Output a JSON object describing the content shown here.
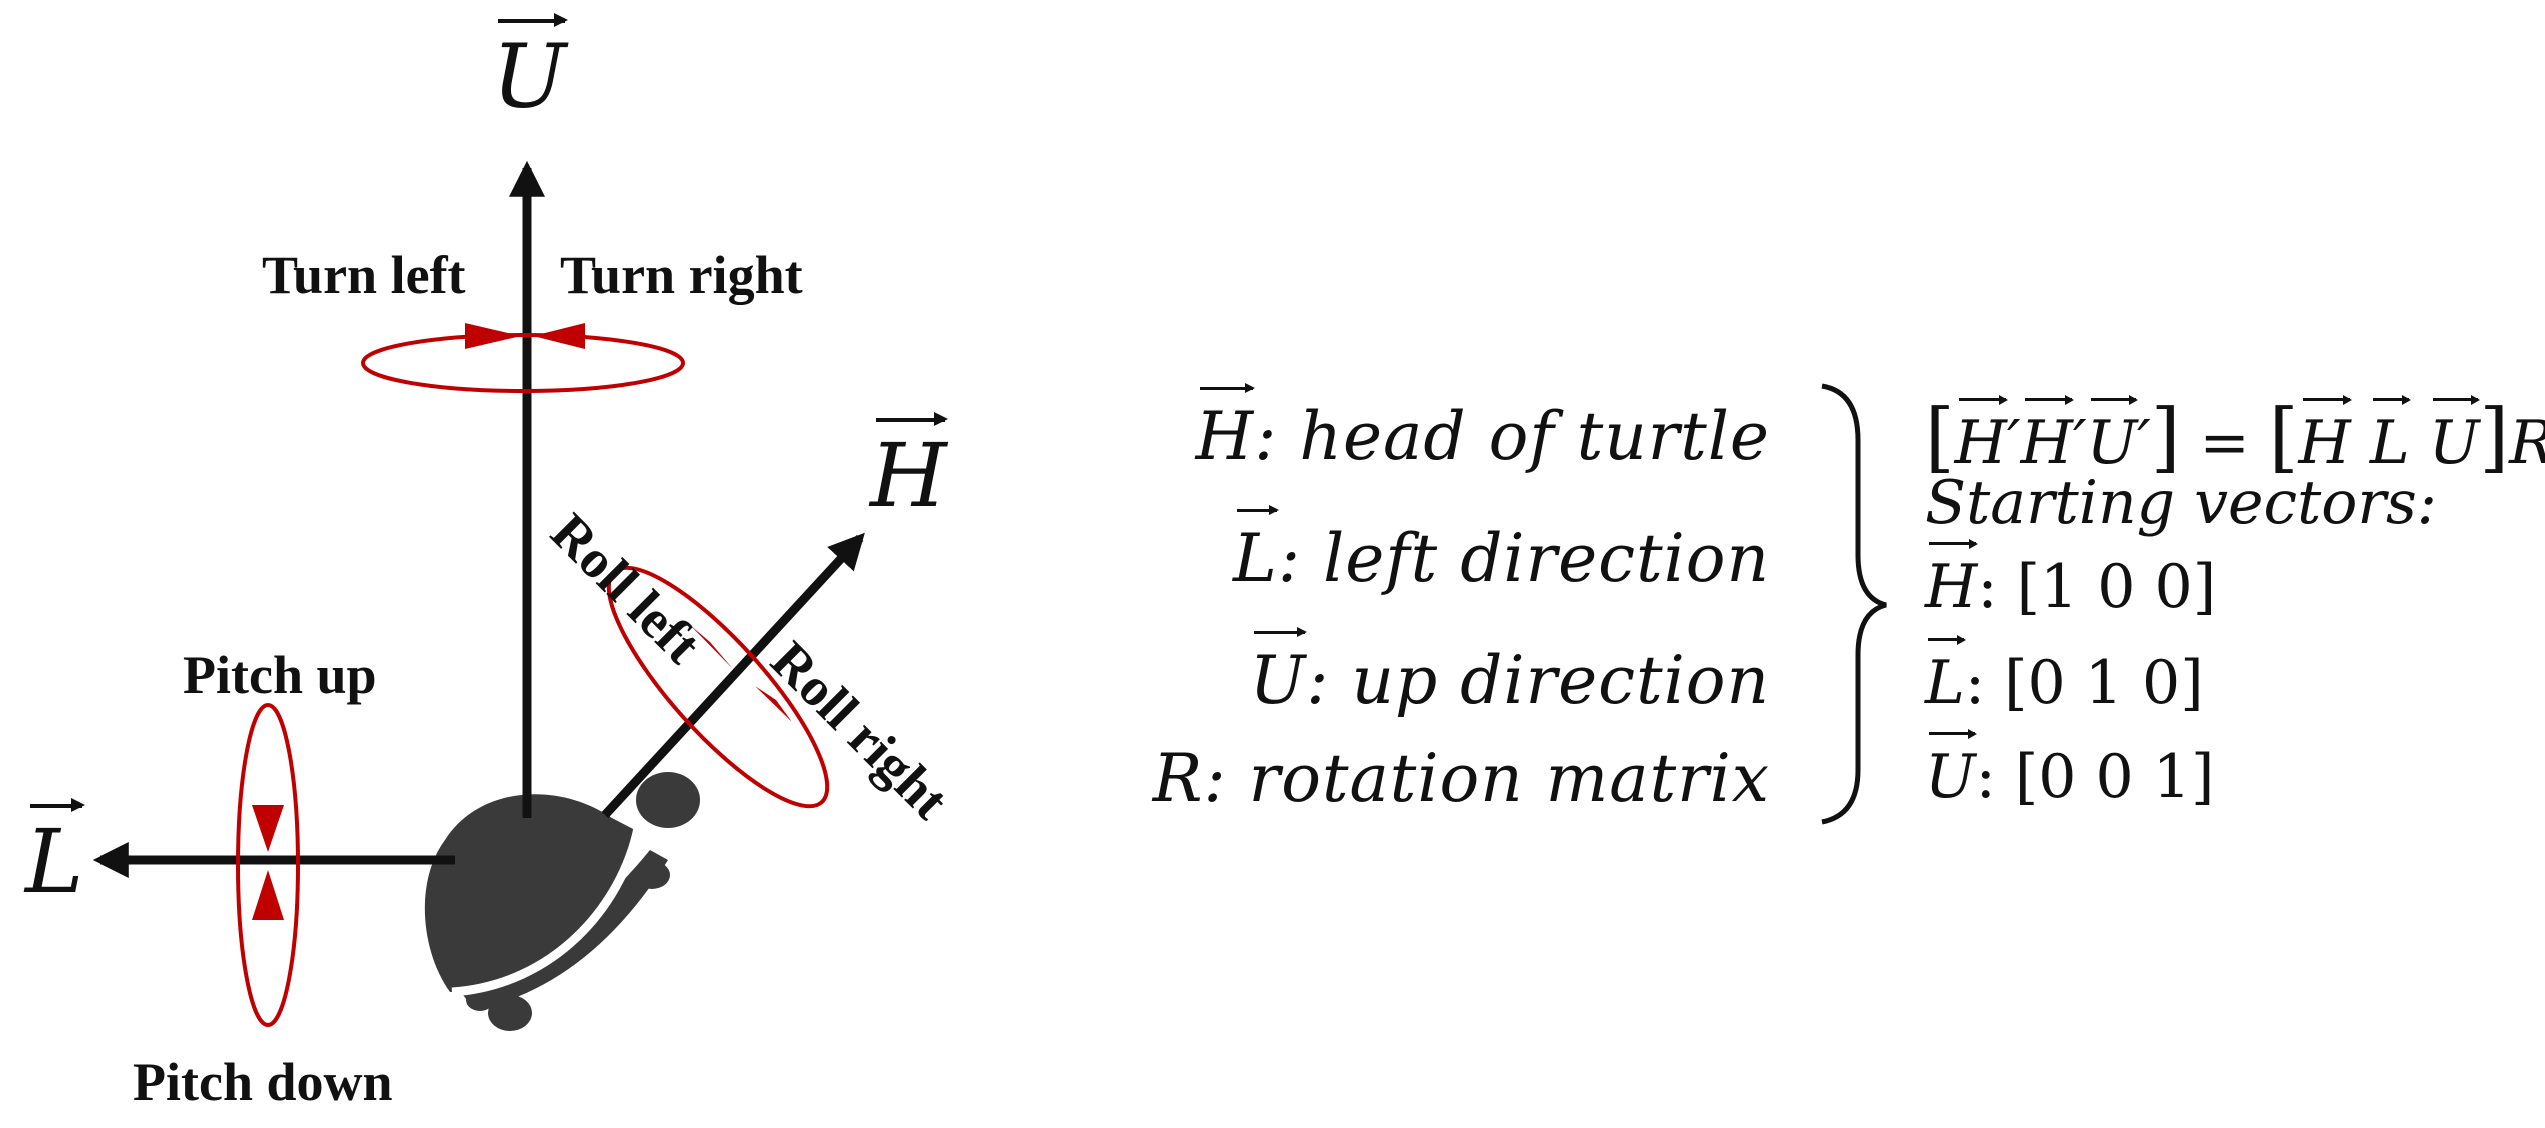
{
  "axes": {
    "up": "U",
    "head": "H",
    "left": "L"
  },
  "rotations": {
    "turn_left": "Turn left",
    "turn_right": "Turn right",
    "roll_left": "Roll left",
    "roll_right": "Roll right",
    "pitch_up": "Pitch up",
    "pitch_down": "Pitch down"
  },
  "definitions": [
    {
      "symbol": "H",
      "vector": true,
      "text": ": head of turtle"
    },
    {
      "symbol": "L",
      "vector": true,
      "text": ": left direction"
    },
    {
      "symbol": "U",
      "vector": true,
      "text": ": up direction"
    },
    {
      "symbol": "R",
      "vector": false,
      "text": ": rotation matrix"
    }
  ],
  "equation": {
    "lhs_vectors": [
      "H",
      "H",
      "U"
    ],
    "rhs_vectors": [
      "H",
      "L",
      "U"
    ],
    "equals": "=",
    "matrix": "R"
  },
  "starting": {
    "title": "Starting vectors:",
    "vectors": [
      {
        "symbol": "H",
        "value": ": [1 0 0]"
      },
      {
        "symbol": "L",
        "value": ": [0 1 0]"
      },
      {
        "symbol": "U",
        "value": ": [0 0 1]"
      }
    ]
  },
  "colors": {
    "axis": "#111111",
    "rotation": "#c00000",
    "turtle": "#3a3a3a"
  }
}
